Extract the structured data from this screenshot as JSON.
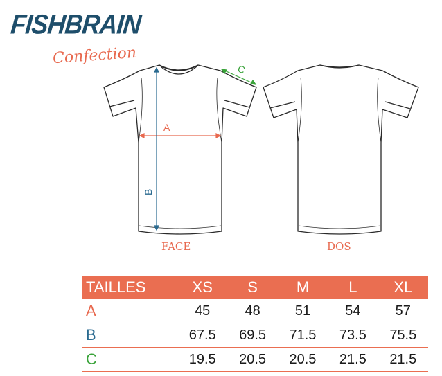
{
  "logo": {
    "brand": "FISHBRAIN",
    "sub": "Confection"
  },
  "diagram": {
    "front_label": "FACE",
    "back_label": "DOS",
    "measure_a": "A",
    "measure_b": "B",
    "measure_c": "C"
  },
  "colors": {
    "accent": "#ea6e51",
    "label_a": "#e8694f",
    "label_b": "#2a6a90",
    "label_c": "#3aa33a",
    "brand": "#1e4e6b"
  },
  "table": {
    "header": [
      "TAILLES",
      "XS",
      "S",
      "M",
      "L",
      "XL"
    ],
    "rows": [
      {
        "label": "A",
        "values": [
          "45",
          "48",
          "51",
          "54",
          "57"
        ]
      },
      {
        "label": "B",
        "values": [
          "67.5",
          "69.5",
          "71.5",
          "73.5",
          "75.5"
        ]
      },
      {
        "label": "C",
        "values": [
          "19.5",
          "20.5",
          "20.5",
          "21.5",
          "21.5"
        ]
      }
    ]
  }
}
